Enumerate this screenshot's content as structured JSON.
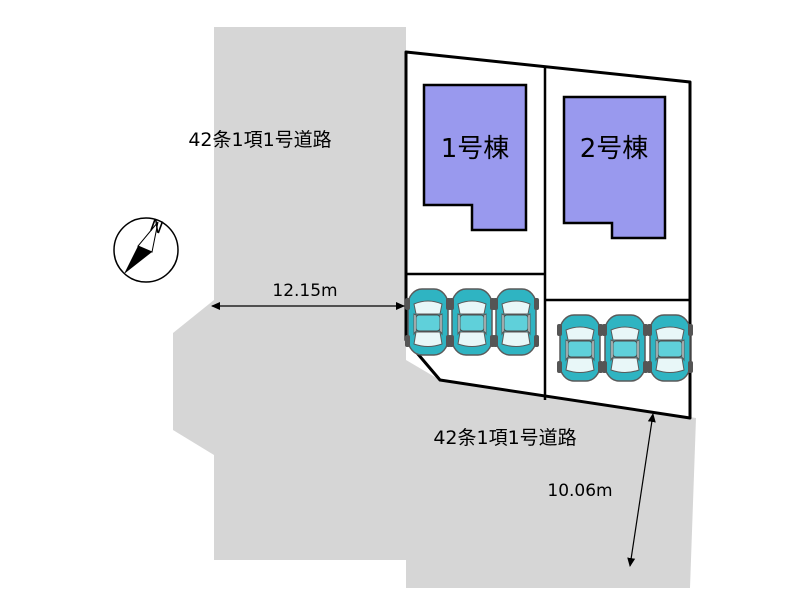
{
  "roads": {
    "west_road_label": "42条1項1号道路",
    "south_road_label": "42条1項1号道路"
  },
  "dimensions": {
    "west_road_width": "12.15m",
    "south_road_width": "10.06m"
  },
  "compass": {
    "north_label": "N"
  },
  "lots": [
    {
      "building_label": "1号棟",
      "parking_spaces": 3
    },
    {
      "building_label": "2号棟",
      "parking_spaces": 3
    }
  ],
  "colors": {
    "road": "#d6d6d6",
    "building": "#9999ee",
    "car": "#2fb4c2"
  }
}
